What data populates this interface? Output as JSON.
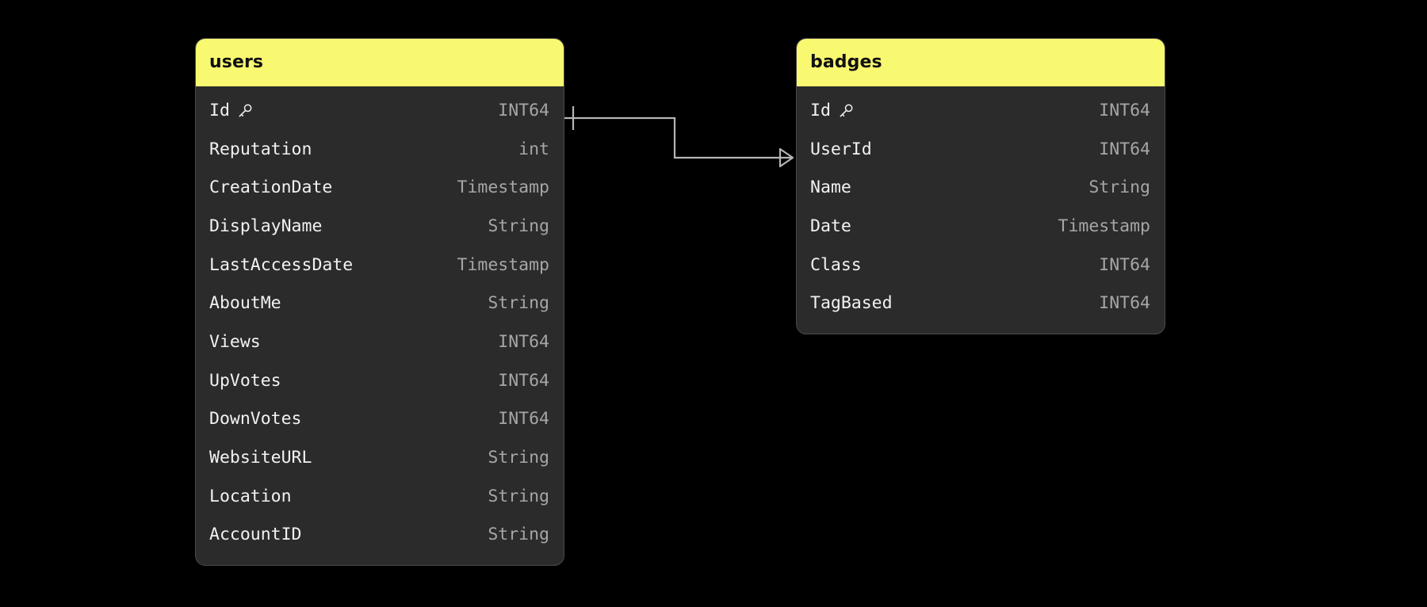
{
  "diagram": {
    "type": "entity-relationship-diagram",
    "background_color": "#000000",
    "header_color": "#f9f871",
    "body_color": "#2b2b2b",
    "field_name_color": "#f2f2f2",
    "field_type_color": "#a6a6a6",
    "connector_color": "#b5b5b5"
  },
  "tables": [
    {
      "name": "users",
      "title": "users",
      "fields": [
        {
          "name": "Id",
          "type": "INT64",
          "primary_key": true,
          "key_icon": "key-icon"
        },
        {
          "name": "Reputation",
          "type": "int",
          "primary_key": false
        },
        {
          "name": "CreationDate",
          "type": "Timestamp",
          "primary_key": false
        },
        {
          "name": "DisplayName",
          "type": "String",
          "primary_key": false
        },
        {
          "name": "LastAccessDate",
          "type": "Timestamp",
          "primary_key": false
        },
        {
          "name": "AboutMe",
          "type": "String",
          "primary_key": false
        },
        {
          "name": "Views",
          "type": "INT64",
          "primary_key": false
        },
        {
          "name": "UpVotes",
          "type": "INT64",
          "primary_key": false
        },
        {
          "name": "DownVotes",
          "type": "INT64",
          "primary_key": false
        },
        {
          "name": "WebsiteURL",
          "type": "String",
          "primary_key": false
        },
        {
          "name": "Location",
          "type": "String",
          "primary_key": false
        },
        {
          "name": "AccountID",
          "type": "String",
          "primary_key": false
        }
      ]
    },
    {
      "name": "badges",
      "title": "badges",
      "fields": [
        {
          "name": "Id",
          "type": "INT64",
          "primary_key": true,
          "key_icon": "key-icon"
        },
        {
          "name": "UserId",
          "type": "INT64",
          "primary_key": false
        },
        {
          "name": "Name",
          "type": "String",
          "primary_key": false
        },
        {
          "name": "Date",
          "type": "Timestamp",
          "primary_key": false
        },
        {
          "name": "Class",
          "type": "INT64",
          "primary_key": false
        },
        {
          "name": "TagBased",
          "type": "INT64",
          "primary_key": false
        }
      ]
    }
  ],
  "relationships": [
    {
      "from_table": "users",
      "from_field": "Id",
      "to_table": "badges",
      "to_field": "UserId",
      "from_cardinality": "one",
      "to_cardinality": "many"
    }
  ]
}
